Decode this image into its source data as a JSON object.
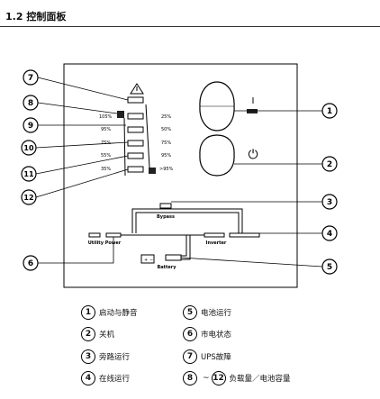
{
  "section_title": "1.2 控制面板",
  "callouts": [
    "7",
    "8",
    "9",
    "10",
    "11",
    "12",
    "1",
    "2",
    "3",
    "4",
    "5",
    "6"
  ],
  "left_percent_labels": [
    "105%",
    "95%",
    "75%",
    "55%",
    "35%"
  ],
  "right_percent_labels": [
    "25%",
    "50%",
    "75%",
    "95%",
    ">95%"
  ],
  "panel_labels": {
    "bypass": "Bypass",
    "utility_power": "Utility Power",
    "inverter": "Inverter",
    "battery": "Battery",
    "on_symbol": "I",
    "power_symbol": "⏻",
    "battery_plus": "+",
    "battery_minus": "−"
  },
  "legend": [
    {
      "num": "1",
      "text": "启动与静音"
    },
    {
      "num": "5",
      "text": "电池运行"
    },
    {
      "num": "2",
      "text": "关机"
    },
    {
      "num": "6",
      "text": "市电状态"
    },
    {
      "num": "3",
      "text": "旁路运行"
    },
    {
      "num": "7",
      "text": "UPS故障"
    },
    {
      "num": "4",
      "text": "在线运行"
    },
    {
      "num_from": "8",
      "range_sep": "~",
      "num_to": "12",
      "text": "负载量／电池容量"
    }
  ]
}
